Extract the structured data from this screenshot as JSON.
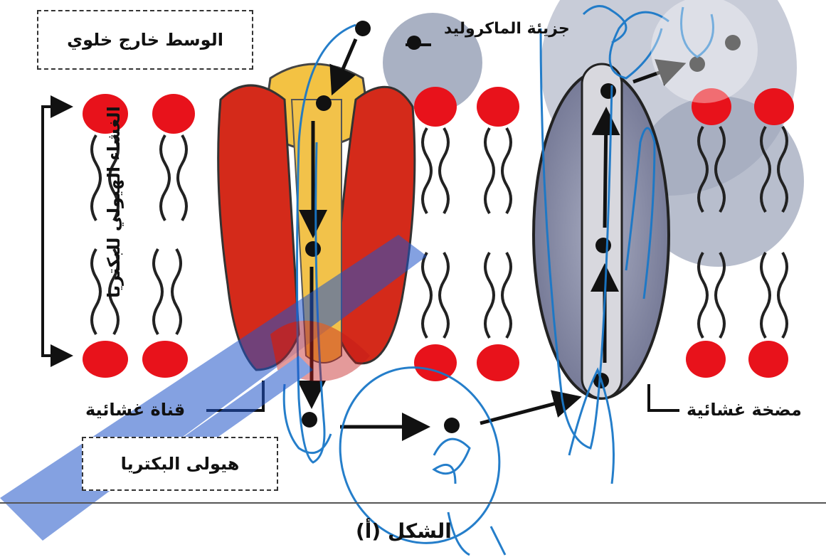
{
  "labels": {
    "extracellular": "الوسط خارج خلوي",
    "macromolecule": "جزيئة الماكروليد",
    "membrane": "الغشاء الهيولي للبكتريا",
    "channel": "قناة غشائية",
    "pump": "مضخة غشائية",
    "cytoplasm": "هيولى البكتريا",
    "figure_caption": "الشكل (أ)"
  },
  "colors": {
    "phospholipid_head": "#e8121b",
    "channel_body": "#d42a1a",
    "channel_core": "#f3c243",
    "pump_body": "#8a8ea6",
    "annotation_ink": "#1a78c8",
    "circle_highlight": "#9aa3b8",
    "watermark": "#1f55c9"
  }
}
